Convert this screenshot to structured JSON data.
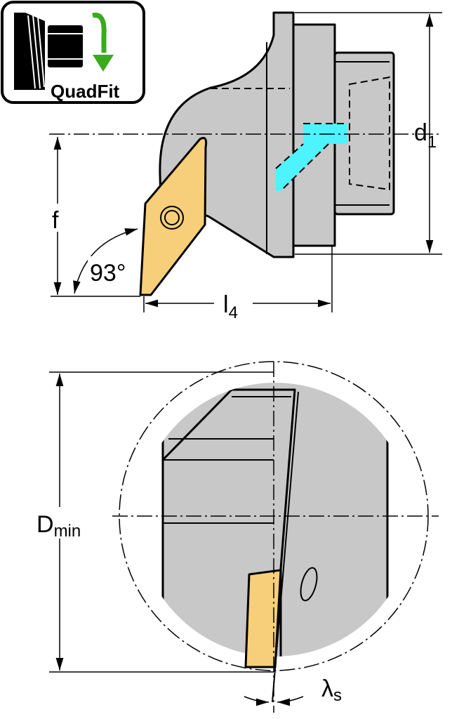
{
  "logo": {
    "text": "QuadFit",
    "arrow_color": "#3aaa1e"
  },
  "colors": {
    "body": "#c8c8c8",
    "insert": "#f7cf7a",
    "coolant": "#4df3ff"
  },
  "labels": {
    "d1": {
      "main": "d",
      "sub": "1"
    },
    "f": "f",
    "angle": "93°",
    "l4": {
      "main": "l",
      "sub": "4"
    },
    "dmin": {
      "main": "D",
      "sub": "min"
    },
    "lambda_s": {
      "main": "λ",
      "sub": "s"
    }
  }
}
